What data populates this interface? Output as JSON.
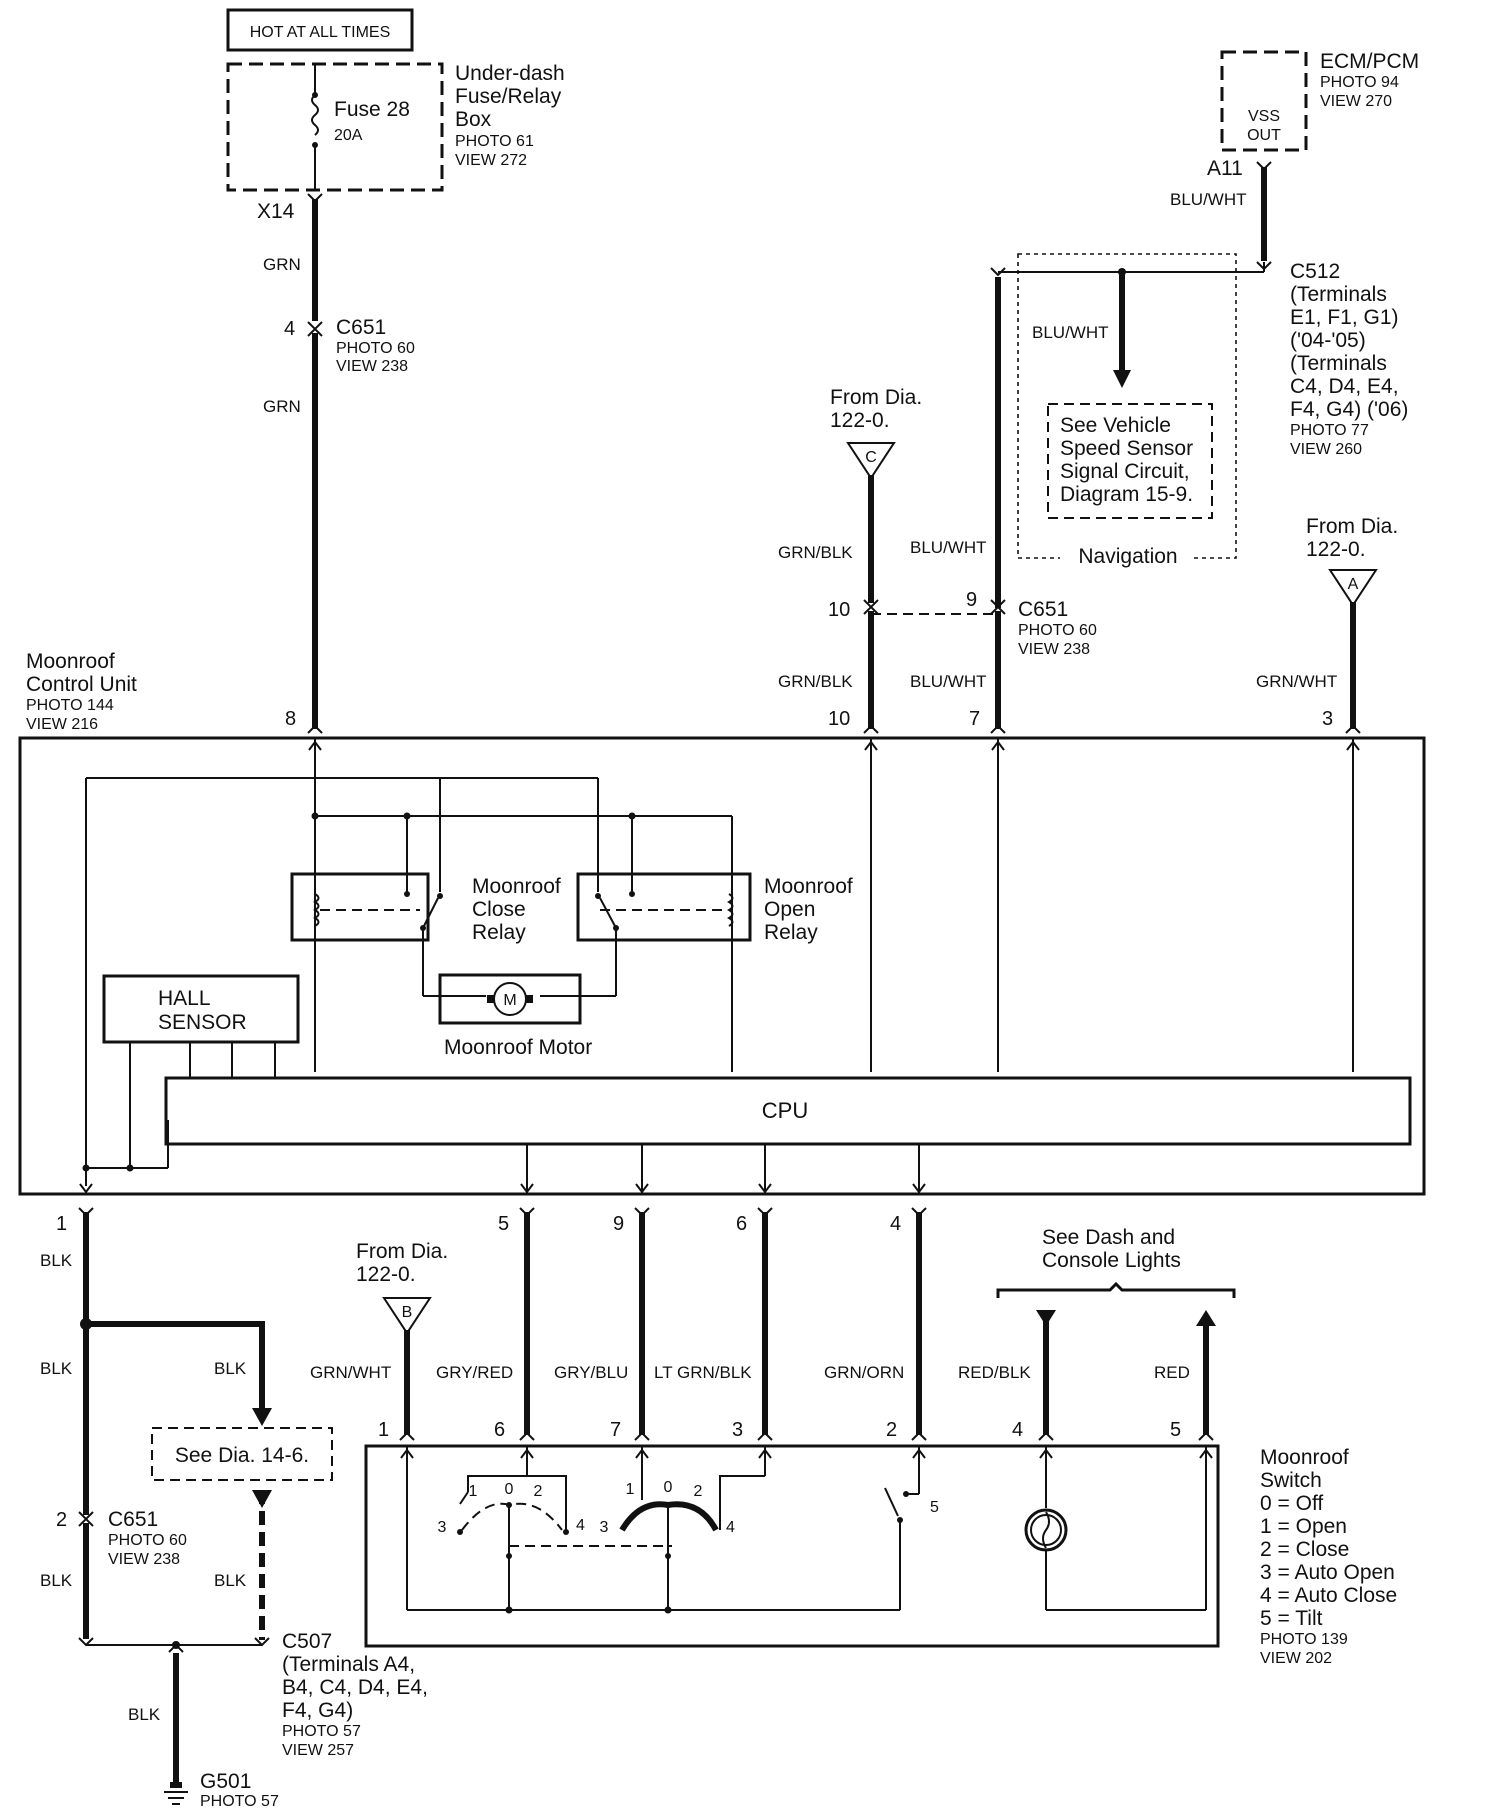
{
  "power": {
    "hot_label": "HOT AT ALL TIMES",
    "fusebox_title": [
      "Under-dash",
      "Fuse/Relay",
      "Box"
    ],
    "fusebox_photo": "PHOTO 61",
    "fusebox_view": "VIEW 272",
    "fuse_name": "Fuse 28",
    "fuse_rating": "20A",
    "connector_x14": "X14"
  },
  "ecm": {
    "title": "ECM/PCM",
    "photo": "PHOTO 94",
    "view": "VIEW 270",
    "vss_line1": "VSS",
    "vss_line2": "OUT",
    "pin": "A11",
    "wire": "BLU/WHT"
  },
  "c512": {
    "lines": [
      "C512",
      "(Terminals",
      "E1, F1, G1)",
      "('04-'05)",
      "(Terminals",
      "C4, D4, E4,",
      "F4, G4) ('06)"
    ],
    "photo": "PHOTO 77",
    "view": "VIEW 260"
  },
  "navigation": {
    "wire": "BLU/WHT",
    "see_lines": [
      "See Vehicle",
      "Speed Sensor",
      "Signal Circuit,",
      "Diagram 15-9."
    ],
    "label": "Navigation"
  },
  "c651_upper": {
    "pin": "4",
    "name": "C651",
    "photo": "PHOTO 60",
    "view": "VIEW 238",
    "wire_above": "GRN",
    "wire_below": "GRN"
  },
  "c651_mid": {
    "pin_left": "10",
    "pin_right": "9",
    "name": "C651",
    "photo": "PHOTO 60",
    "view": "VIEW 238"
  },
  "from_dia_c": {
    "lines": [
      "From Dia.",
      "122-0."
    ],
    "letter": "C"
  },
  "from_dia_a": {
    "lines": [
      "From Dia.",
      "122-0."
    ],
    "letter": "A"
  },
  "from_dia_b": {
    "lines": [
      "From Dia.",
      "122-0."
    ],
    "letter": "B"
  },
  "upper_wires": {
    "grn_blk_top": "GRN/BLK",
    "blu_wht_top": "BLU/WHT",
    "grn_blk_bottom": "GRN/BLK",
    "blu_wht_bottom": "BLU/WHT",
    "grn_wht": "GRN/WHT"
  },
  "control_unit": {
    "title_lines": [
      "Moonroof",
      "Control Unit"
    ],
    "photo": "PHOTO 144",
    "view": "VIEW 216",
    "top_pins": [
      "8",
      "10",
      "7",
      "3"
    ],
    "close_relay": [
      "Moonroof",
      "Close",
      "Relay"
    ],
    "open_relay": [
      "Moonroof",
      "Open",
      "Relay"
    ],
    "hall_lines": [
      "HALL",
      "SENSOR"
    ],
    "motor_symbol": "M",
    "motor_label": "Moonroof Motor",
    "cpu_label": "CPU",
    "bottom_pins": [
      "1",
      "5",
      "9",
      "6",
      "4"
    ]
  },
  "lower_wires": {
    "blk_1": "BLK",
    "blk_2": "BLK",
    "blk_branch": "BLK",
    "blk_3": "BLK",
    "blk_4": "BLK",
    "blk_ground": "BLK",
    "grn_wht": "GRN/WHT",
    "gry_red": "GRY/RED",
    "gry_blu": "GRY/BLU",
    "lt_grn_blk": "LT GRN/BLK",
    "grn_orn": "GRN/ORN",
    "red_blk": "RED/BLK",
    "red": "RED"
  },
  "see_dia_14_6": "See Dia. 14-6.",
  "c651_lower": {
    "pin": "2",
    "name": "C651",
    "photo": "PHOTO 60",
    "view": "VIEW 238"
  },
  "c507": {
    "lines": [
      "C507",
      "(Terminals A4,",
      "B4, C4, D4, E4,",
      "F4, G4)"
    ],
    "photo": "PHOTO 57",
    "view": "VIEW 257"
  },
  "ground": {
    "name": "G501",
    "photo": "PHOTO 57"
  },
  "dash_lights": [
    "See Dash and",
    "Console Lights"
  ],
  "switch": {
    "top_pins": [
      "1",
      "6",
      "7",
      "3",
      "2",
      "4",
      "5"
    ],
    "title_lines": [
      "Moonroof",
      "Switch"
    ],
    "legend": [
      "0 = Off",
      "1 = Open",
      "2 = Close",
      "3 = Auto Open",
      "4 = Auto Close",
      "5 = Tilt"
    ],
    "photo": "PHOTO 139",
    "view": "VIEW 202",
    "positions_left": [
      "1",
      "0",
      "2",
      "3",
      "4"
    ],
    "positions_right": [
      "1",
      "0",
      "2",
      "3",
      "4"
    ],
    "tilt_pos": "5"
  }
}
